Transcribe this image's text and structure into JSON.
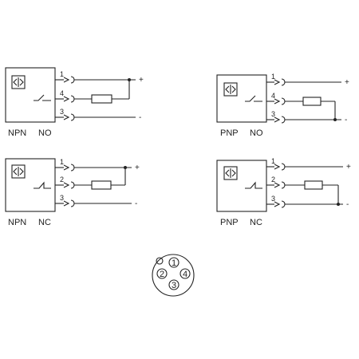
{
  "diagrams": [
    {
      "id": "npn-no",
      "type_label": "NPN",
      "contact_label": "NO",
      "pins": [
        "1",
        "4",
        "3"
      ],
      "supply": [
        "+",
        "-"
      ]
    },
    {
      "id": "pnp-no",
      "type_label": "PNP",
      "contact_label": "NO",
      "pins": [
        "1",
        "4",
        "3"
      ],
      "supply": [
        "+",
        "-"
      ]
    },
    {
      "id": "npn-nc",
      "type_label": "NPN",
      "contact_label": "NC",
      "pins": [
        "1",
        "2",
        "3"
      ],
      "supply": [
        "+",
        "-"
      ]
    },
    {
      "id": "pnp-nc",
      "type_label": "PNP",
      "contact_label": "NC",
      "pins": [
        "1",
        "2",
        "3"
      ],
      "supply": [
        "+",
        "-"
      ]
    }
  ],
  "connector": {
    "pins": [
      "1",
      "2",
      "4",
      "3"
    ]
  }
}
